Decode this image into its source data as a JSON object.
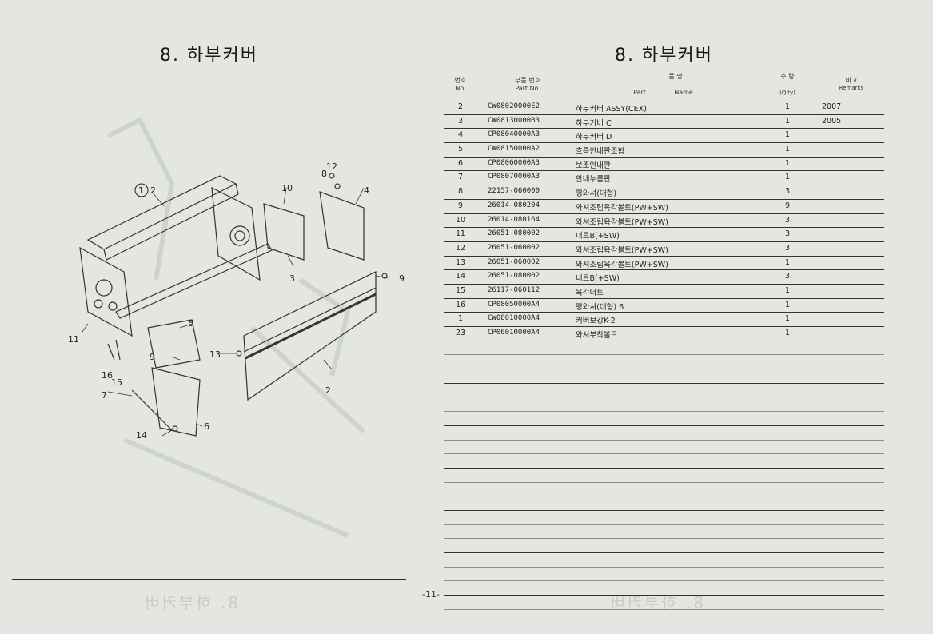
{
  "page": {
    "left_title": "8. 하부커버",
    "right_title": "8. 하부커버",
    "page_number": "-11-",
    "ghost_left": "8. 하부커버",
    "ghost_right": "8. 하부커버"
  },
  "diagram": {
    "callouts": [
      "1",
      "2",
      "3",
      "4",
      "5",
      "6",
      "7",
      "8",
      "9",
      "9",
      "10",
      "11",
      "12",
      "13",
      "14",
      "15",
      "16"
    ]
  },
  "table": {
    "headers": {
      "no_kr": "번호",
      "no_en": "No.",
      "part_kr": "부품 번호",
      "part_en": "Part   No.",
      "name_kr": "품            명",
      "name_en_part": "Part",
      "name_en_name": "Name",
      "qty_kr": "수  량",
      "qty_en": "(Q'ty)",
      "rem_kr": "비고",
      "rem_en": "Remarks"
    },
    "rows": [
      {
        "no": "2",
        "part": "CW08020000E2",
        "name": "하부커버 ASSY(CEX)",
        "qty": "1",
        "remarks": "2007"
      },
      {
        "no": "3",
        "part": "CW08130000B3",
        "name": "하부커버 C",
        "qty": "1",
        "remarks": "2005"
      },
      {
        "no": "4",
        "part": "CP08040000A3",
        "name": "하부커버 D",
        "qty": "1",
        "remarks": ""
      },
      {
        "no": "5",
        "part": "CW08150000A2",
        "name": "흐름안내판조합",
        "qty": "1",
        "remarks": ""
      },
      {
        "no": "6",
        "part": "CP08060000A3",
        "name": "보조안내판",
        "qty": "1",
        "remarks": ""
      },
      {
        "no": "7",
        "part": "CP08070000A3",
        "name": "안내누름판",
        "qty": "1",
        "remarks": ""
      },
      {
        "no": "8",
        "part": "22157-060000",
        "name": "평와셔(대형)",
        "qty": "3",
        "remarks": ""
      },
      {
        "no": "9",
        "part": "26014-080204",
        "name": "와셔조립육각볼트(PW+SW)",
        "qty": "9",
        "remarks": ""
      },
      {
        "no": "10",
        "part": "26014-080164",
        "name": "와셔조립육각볼트(PW+SW)",
        "qty": "3",
        "remarks": ""
      },
      {
        "no": "11",
        "part": "26051-080002",
        "name": "너트B(+SW)",
        "qty": "3",
        "remarks": ""
      },
      {
        "no": "12",
        "part": "26051-060002",
        "name": "와셔조립육각볼트(PW+SW)",
        "qty": "3",
        "remarks": ""
      },
      {
        "no": "13",
        "part": "26051-060002",
        "name": "와셔조립육각볼트(PW+SW)",
        "qty": "1",
        "remarks": ""
      },
      {
        "no": "14",
        "part": "26051-080002",
        "name": "너트B(+SW)",
        "qty": "3",
        "remarks": ""
      },
      {
        "no": "15",
        "part": "26117-060112",
        "name": "육각너트",
        "qty": "1",
        "remarks": ""
      },
      {
        "no": "16",
        "part": "CP08050000A4",
        "name": "평와셔(대형) 6",
        "qty": "1",
        "remarks": ""
      },
      {
        "no": "1",
        "part": "CW08010000A4",
        "name": "커버보강K-2",
        "qty": "1",
        "remarks": ""
      },
      {
        "no": "23",
        "part": "CP06010000A4",
        "name": "와셔부착볼트",
        "qty": "1",
        "remarks": ""
      }
    ],
    "blank_rows": 19
  }
}
